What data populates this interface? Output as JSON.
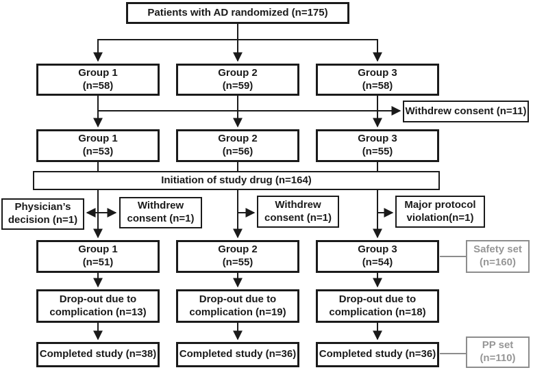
{
  "colors": {
    "ink": "#1a1a1a",
    "muted-border": "#8c8c8c",
    "muted-text": "#969696",
    "bg": "#ffffff"
  },
  "diagram": {
    "randomized": "Patients with AD randomized (n=175)",
    "allocation": [
      "Group 1\n(n=58)",
      "Group 2\n(n=59)",
      "Group 3\n(n=58)"
    ],
    "withdrew_consent": "Withdrew consent (n=11)",
    "post_withdrawal": [
      "Group 1\n(n=53)",
      "Group 2\n(n=56)",
      "Group 3\n(n=55)"
    ],
    "initiation": "Initiation of study drug (n=164)",
    "exclusions": [
      "Physician’s\ndecision (n=1)",
      "Withdrew\nconsent (n=1)",
      "Withdrew\nconsent (n=1)",
      "Major protocol\nviolation(n=1)"
    ],
    "treated": [
      "Group 1\n(n=51)",
      "Group 2\n(n=55)",
      "Group 3\n(n=54)"
    ],
    "safety_set": "Safety set\n(n=160)",
    "dropout": [
      "Drop-out due to\ncomplication (n=13)",
      "Drop-out due to\ncomplication (n=19)",
      "Drop-out due to\ncomplication (n=18)"
    ],
    "completed": [
      "Completed study (n=38)",
      "Completed study (n=36)",
      "Completed study (n=36)"
    ],
    "pp_set": "PP set\n(n=110)"
  }
}
